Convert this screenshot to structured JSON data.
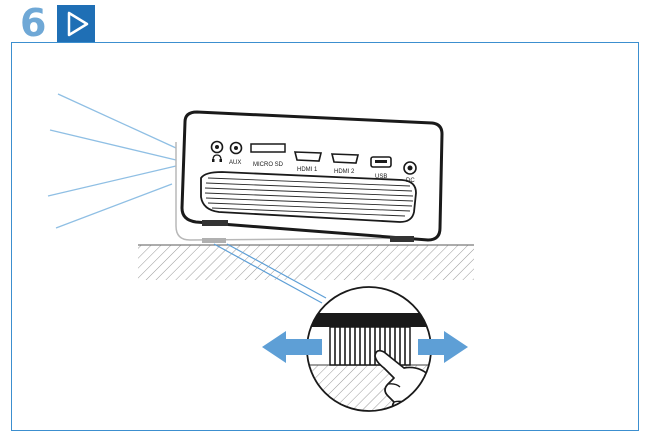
{
  "step": {
    "number": "6",
    "icon": "play-triangle-icon"
  },
  "colors": {
    "accent_blue": "#1f6fb5",
    "step_number_blue": "#6fa8d6",
    "frame_blue": "#3c8fcf",
    "light_beam_blue": "#8fbfe4",
    "arrow_blue": "#5e9fd6"
  },
  "ports": {
    "aux": "AUX",
    "micro_sd": "MICRO SD",
    "hdmi1": "HDMI 1",
    "hdmi2": "HDMI 2",
    "usb": "USB",
    "dc": "DC"
  }
}
